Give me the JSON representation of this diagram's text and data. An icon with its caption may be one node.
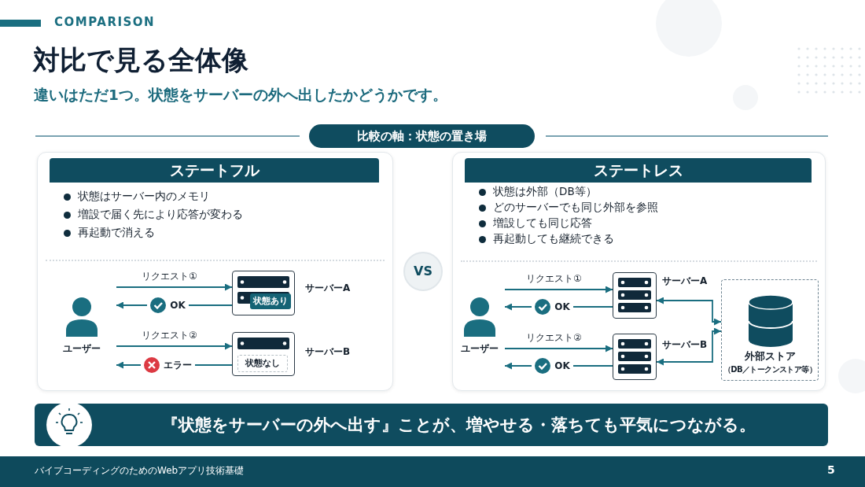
{
  "diagram": {
    "title": "対比で見る全体像",
    "nodes": [
      {
        "text": [
          "比較の軸：状態の置き場"
        ]
      },
      {
        "text": [
          "ステートフル",
          "状態はサーバー内のメモリ",
          "増設で届く先により応答が変わる",
          "再起動で消える"
        ]
      },
      {
        "text": [
          "ユーザー"
        ],
        "in": 1
      },
      {
        "text": [
          "状態あり"
        ],
        "in": 1,
        "beside": [
          "サーバーA"
        ]
      },
      {
        "text": [
          "状態なし"
        ],
        "in": 1,
        "beside": [
          "サーバーB"
        ]
      },
      {
        "text": [
          "VS"
        ]
      },
      {
        "text": [
          "ステートレス",
          "状態は外部（DB等）",
          "どのサーバーでも同じ外部を参照",
          "増設しても同じ応答",
          "再起動しても継続できる"
        ]
      },
      {
        "text": [
          "ユーザー"
        ],
        "in": 6
      },
      {
        "text": [],
        "shape": "server",
        "in": 6,
        "beside": [
          "サーバーA"
        ]
      },
      {
        "text": [],
        "shape": "server",
        "in": 6,
        "beside": [
          "サーバーB"
        ]
      },
      {
        "text": [
          "外部ストア",
          "（DB／トークンストア等）"
        ],
        "in": 6
      },
      {
        "text": [
          "**『状態をサーバーの外へ出す』**ことが、増やせる・落ちても平気につながる。"
        ]
      }
    ],
    "edges": [
      {
        "from": 2,
        "to": 3,
        "arrow": "to",
        "label": "リクエスト①"
      },
      {
        "from": 3,
        "to": 2,
        "arrow": "to",
        "label": "OK"
      },
      {
        "from": 2,
        "to": 4,
        "arrow": "to",
        "label": "リクエスト②"
      },
      {
        "from": 4,
        "to": 2,
        "arrow": "to",
        "label": "エラー"
      },
      {
        "from": 7,
        "to": 8,
        "arrow": "to",
        "label": "リクエスト①"
      },
      {
        "from": 8,
        "to": 7,
        "arrow": "to",
        "label": "OK"
      },
      {
        "from": 7,
        "to": 9,
        "arrow": "to",
        "label": "リクエスト②"
      },
      {
        "from": 9,
        "to": 7,
        "arrow": "to",
        "label": "OK"
      },
      {
        "from": 8,
        "to": 10,
        "arrow": "both"
      },
      {
        "from": 9,
        "to": 10,
        "arrow": "both"
      }
    ],
    "labels": [
      "COMPARISON",
      "違いはただ1つ。状態をサーバーの外へ出したかどうかです。",
      "バイブコーディングのためのWebアプリ技術基礎",
      "5"
    ]
  }
}
